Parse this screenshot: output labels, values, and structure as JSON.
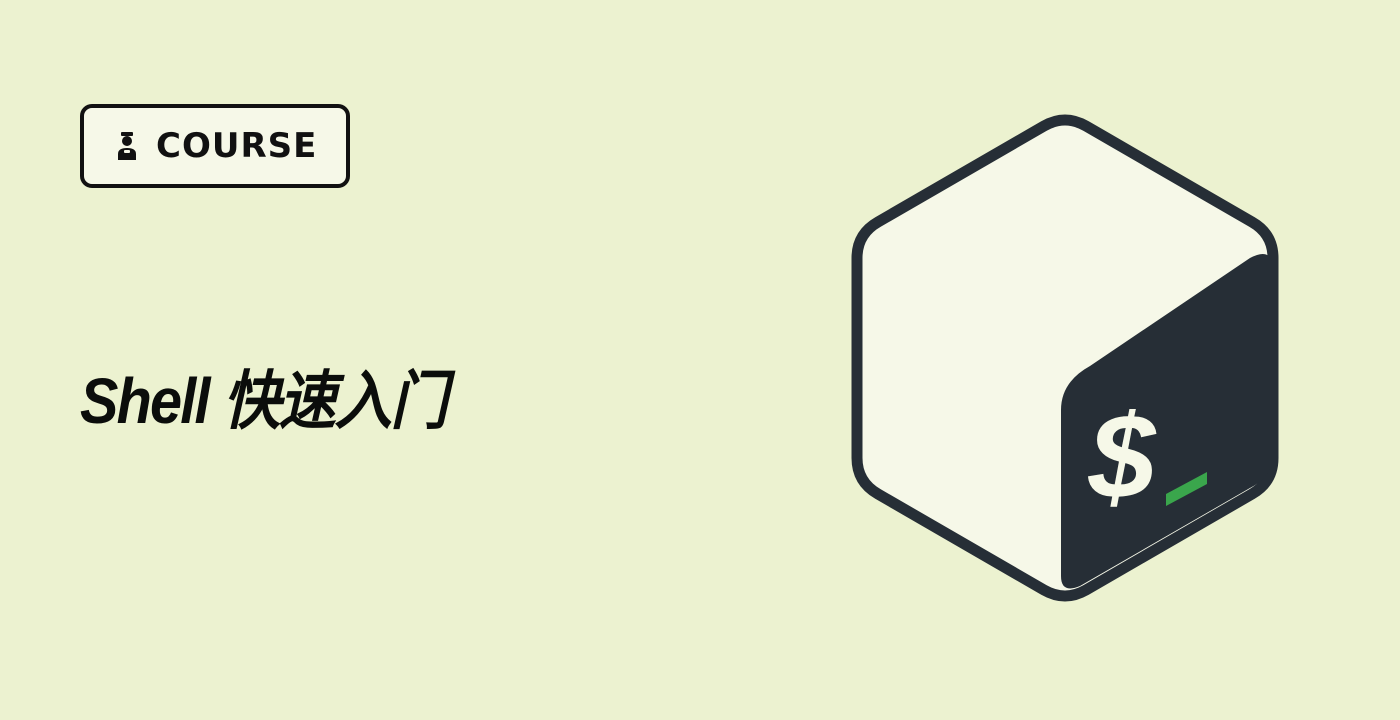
{
  "badge": {
    "label": "COURSE",
    "icon": "user-icon"
  },
  "title": "Shell 快速入门",
  "logo": {
    "name": "bash-logo",
    "glyph": "$",
    "cursor_color": "#3aa64c",
    "face_color": "#262e36",
    "body_color": "#f6f8e8"
  },
  "colors": {
    "background": "#ecf2d0",
    "text": "#0b0d0b",
    "badge_border": "#111111"
  }
}
